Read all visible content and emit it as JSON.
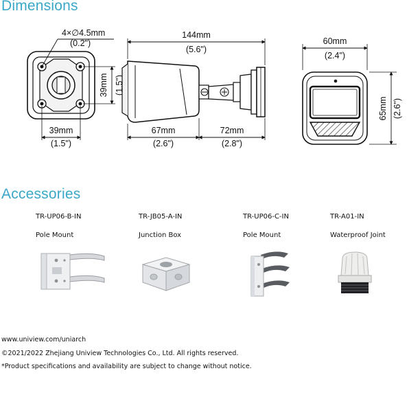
{
  "sections": {
    "dimensions_title": "Dimensions",
    "accessories_title": "Accessories"
  },
  "dimensions": {
    "holes": "4×∅4.5mm",
    "holes_in": "(0.2\")",
    "base_h": "39mm",
    "base_h_in": "(1.5\")",
    "base_w": "39mm",
    "base_w_in": "(1.5\")",
    "length": "144mm",
    "length_in": "(5.6\")",
    "body_len": "67mm",
    "body_len_in": "(2.6\")",
    "mount_len": "72mm",
    "mount_len_in": "(2.8\")",
    "front_w": "60mm",
    "front_w_in": "(2.4\")",
    "front_h": "65mm",
    "front_h_in": "(2.6\")"
  },
  "accessories": [
    {
      "model": "TR-UP06-B-IN",
      "desc": "Pole Mount",
      "icon": "pole-mount-b-icon"
    },
    {
      "model": "TR-JB05-A-IN",
      "desc": "Junction Box",
      "icon": "junction-box-icon"
    },
    {
      "model": "TR-UP06-C-IN",
      "desc": "Pole Mount",
      "icon": "pole-mount-c-icon"
    },
    {
      "model": "TR-A01-IN",
      "desc": "Waterproof Joint",
      "icon": "waterproof-joint-icon"
    }
  ],
  "footer": {
    "url": "www.uniview.com/uniarch",
    "copyright": "©2021/2022 Zhejiang Uniview Technologies Co., Ltd. All rights reserved.",
    "note": "*Product specifications and availability are subject to change without notice."
  }
}
